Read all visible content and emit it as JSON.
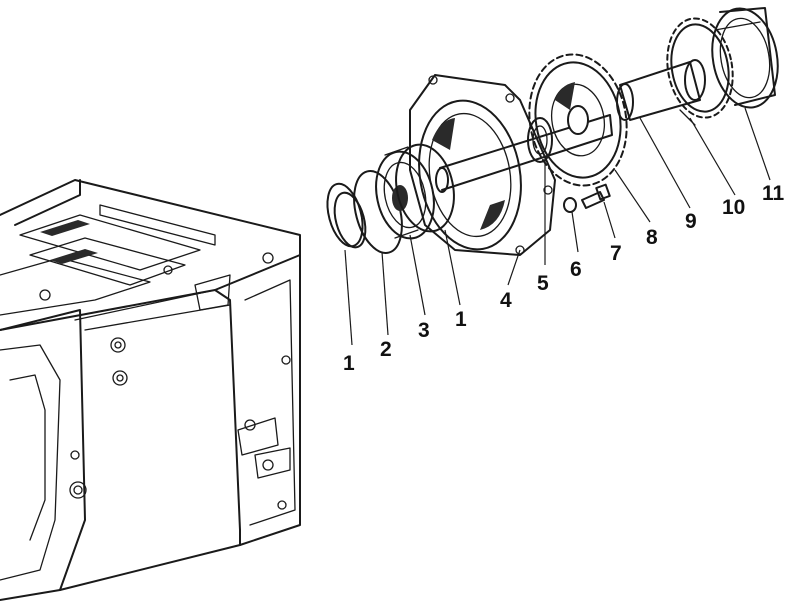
{
  "callouts": [
    {
      "id": "c1a",
      "label": "1"
    },
    {
      "id": "c2",
      "label": "2"
    },
    {
      "id": "c3",
      "label": "3"
    },
    {
      "id": "c1b",
      "label": "1"
    },
    {
      "id": "c4",
      "label": "4"
    },
    {
      "id": "c5",
      "label": "5"
    },
    {
      "id": "c6",
      "label": "6"
    },
    {
      "id": "c7",
      "label": "7"
    },
    {
      "id": "c8",
      "label": "8"
    },
    {
      "id": "c9",
      "label": "9"
    },
    {
      "id": "c10",
      "label": "10"
    },
    {
      "id": "c11",
      "label": "11"
    }
  ],
  "colors": {
    "ink": "#1a1a1a",
    "background": "#ffffff"
  }
}
